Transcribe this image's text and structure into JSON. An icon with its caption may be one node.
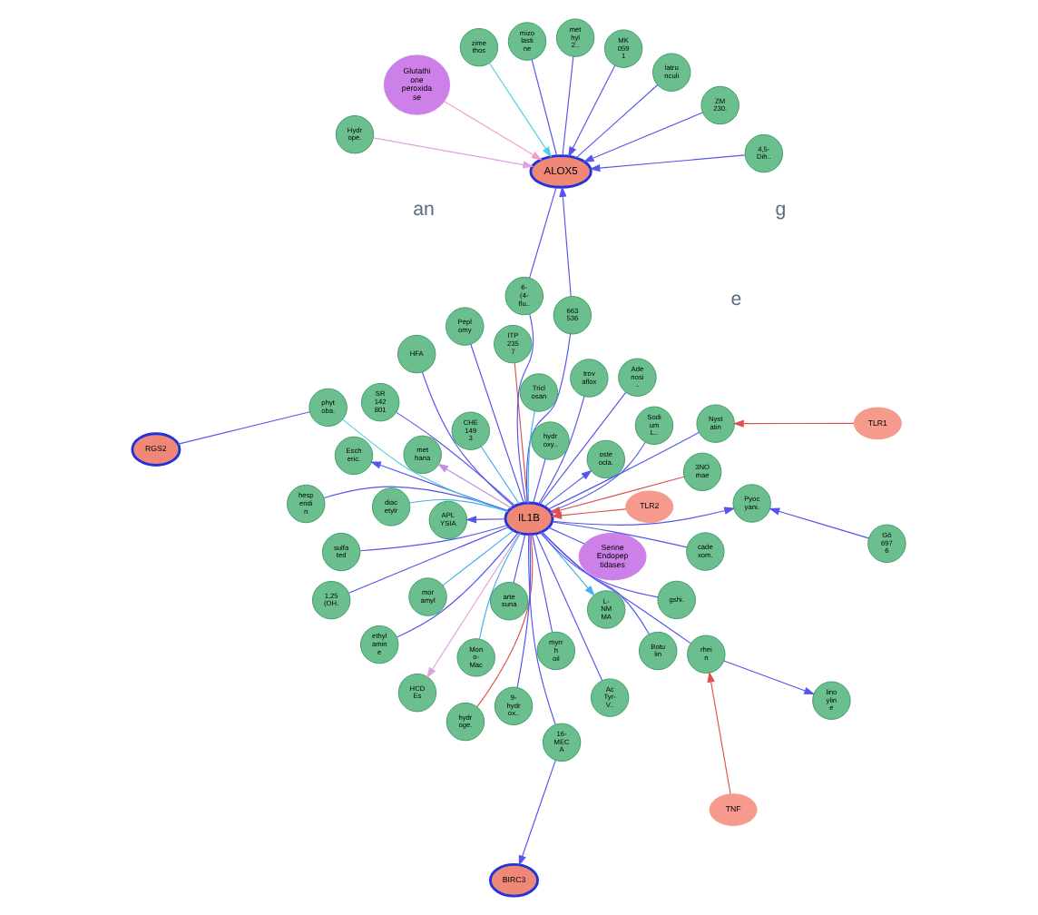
{
  "diagram": {
    "nodes": [
      {
        "text": [
          "IL1B"
        ]
      },
      {
        "text": [
          "ALOX5"
        ]
      },
      {
        "text": [
          "hydr oge."
        ]
      },
      {
        "text": [
          "HFA"
        ]
      },
      {
        "text": [
          "Serine Endopep tidases"
        ]
      },
      {
        "text": [
          "Pyoc yani."
        ]
      },
      {
        "text": [
          "HCD Es"
        ]
      },
      {
        "text": [
          "BIRC3"
        ]
      },
      {
        "text": [
          "16- MEC A"
        ]
      },
      {
        "text": [
          "Ac Tyr- V.."
        ]
      },
      {
        "text": [
          "Mon o- Mac"
        ]
      },
      {
        "text": [
          "hesp eridi n"
        ]
      },
      {
        "text": [
          "cade xom."
        ]
      },
      {
        "text": [
          "Gö 697 6"
        ]
      },
      {
        "text": [
          "ITP 235 7"
        ]
      },
      {
        "text": [
          "myrr h oil"
        ]
      },
      {
        "text": [
          "Botu lin"
        ]
      },
      {
        "text": [
          "SR 142 801"
        ]
      },
      {
        "text": [
          "Esch eric."
        ]
      },
      {
        "text": [
          "met hana"
        ]
      },
      {
        "text": [
          "mor amyl"
        ]
      },
      {
        "text": [
          "ethyl amin e"
        ]
      },
      {
        "text": [
          "trov aflox"
        ]
      },
      {
        "text": [
          "Ade nosi .."
        ]
      },
      {
        "text": [
          "Pepl omy"
        ]
      },
      {
        "text": [
          "9- hydr ox.."
        ]
      },
      {
        "text": [
          "Sodi um L.."
        ]
      },
      {
        "text": [
          "APL YSIA"
        ]
      },
      {
        "text": [
          "TNF"
        ]
      },
      {
        "text": [
          "rhei n"
        ]
      },
      {
        "text": [
          "lino ylin e"
        ]
      },
      {
        "text": [
          "oste ocla."
        ]
      },
      {
        "text": [
          "6- (4- flu.."
        ]
      },
      {
        "text": [
          "CHE 149 3"
        ]
      },
      {
        "text": [
          "663 536"
        ]
      },
      {
        "text": [
          "arte suna"
        ]
      },
      {
        "text": [
          "hydr oxy.."
        ]
      },
      {
        "text": [
          "Tricl osan"
        ]
      },
      {
        "text": [
          "diac etylr"
        ]
      },
      {
        "text": [
          "sulfa ted"
        ]
      },
      {
        "text": [
          "phyt oba."
        ]
      },
      {
        "text": [
          "RGS2"
        ]
      },
      {
        "text": [
          "Nyst atin"
        ]
      },
      {
        "text": [
          "TLR1"
        ]
      },
      {
        "text": [
          "TLR2"
        ]
      },
      {
        "text": [
          "1,25 (OH."
        ]
      },
      {
        "text": [
          "gshi."
        ]
      },
      {
        "text": [
          "L- NM MA"
        ]
      },
      {
        "text": [
          "3NO mae"
        ]
      },
      {
        "text": [
          "ZM 230."
        ]
      },
      {
        "text": [
          "Glutathi one peroxida se"
        ]
      },
      {
        "text": [
          "latru nculi"
        ]
      },
      {
        "text": [
          "met hyl 2.."
        ]
      },
      {
        "text": [
          "mizo lasti ne"
        ]
      },
      {
        "text": [
          "MK 059 1"
        ]
      },
      {
        "text": [
          "4,5- Dih.."
        ]
      },
      {
        "text": [
          "Hydr ope."
        ]
      },
      {
        "text": [
          "zime thos"
        ]
      }
    ],
    "edges": [
      {
        "from": 2,
        "to": 0,
        "arrow": "none",
        "color": "#e05050"
      },
      {
        "from": 3,
        "to": 0,
        "arrow": "none"
      },
      {
        "from": 4,
        "to": 0,
        "arrow": "none"
      },
      {
        "from": 0,
        "to": 5,
        "arrow": "to"
      },
      {
        "from": 0,
        "to": 6,
        "arrow": "to",
        "color": "#e0a0e0"
      },
      {
        "from": 8,
        "to": 7,
        "arrow": "to"
      },
      {
        "from": 8,
        "to": 0,
        "arrow": "none"
      },
      {
        "from": 9,
        "to": 0,
        "arrow": "none"
      },
      {
        "from": 10,
        "to": 0,
        "arrow": "none",
        "color": "#40b0e8"
      },
      {
        "from": 11,
        "to": 0,
        "arrow": "none"
      },
      {
        "from": 12,
        "to": 0,
        "arrow": "none"
      },
      {
        "from": 13,
        "to": 5,
        "arrow": "to"
      },
      {
        "from": 14,
        "to": 0,
        "arrow": "none",
        "color": "#e05050"
      },
      {
        "from": 15,
        "to": 0,
        "arrow": "none"
      },
      {
        "from": 16,
        "to": 0,
        "arrow": "none"
      },
      {
        "from": 17,
        "to": 0,
        "arrow": "none"
      },
      {
        "from": 0,
        "to": 18,
        "arrow": "to"
      },
      {
        "from": 0,
        "to": 19,
        "arrow": "to",
        "color": "#c090e0"
      },
      {
        "from": 20,
        "to": 0,
        "arrow": "none",
        "color": "#40b0e8"
      },
      {
        "from": 21,
        "to": 0,
        "arrow": "none"
      },
      {
        "from": 22,
        "to": 0,
        "arrow": "none"
      },
      {
        "from": 23,
        "to": 0,
        "arrow": "none"
      },
      {
        "from": 24,
        "to": 0,
        "arrow": "none"
      },
      {
        "from": 25,
        "to": 0,
        "arrow": "none"
      },
      {
        "from": 26,
        "to": 0,
        "arrow": "none"
      },
      {
        "from": 0,
        "to": 27,
        "arrow": "to"
      },
      {
        "from": 28,
        "to": 29,
        "arrow": "to",
        "color": "#e05050"
      },
      {
        "from": 29,
        "to": 0,
        "arrow": "none"
      },
      {
        "from": 29,
        "to": 30,
        "arrow": "to"
      },
      {
        "from": 0,
        "to": 31,
        "arrow": "to"
      },
      {
        "from": 32,
        "to": 0,
        "arrow": "none"
      },
      {
        "from": 32,
        "to": 1,
        "arrow": "none"
      },
      {
        "from": 33,
        "to": 0,
        "arrow": "none",
        "color": "#40b0e8"
      },
      {
        "from": 34,
        "to": 0,
        "arrow": "none"
      },
      {
        "from": 34,
        "to": 1,
        "arrow": "to"
      },
      {
        "from": 35,
        "to": 0,
        "arrow": "none"
      },
      {
        "from": 36,
        "to": 0,
        "arrow": "none"
      },
      {
        "from": 37,
        "to": 0,
        "arrow": "none",
        "color": "#40b0e8"
      },
      {
        "from": 38,
        "to": 0,
        "arrow": "none",
        "color": "#40b0e8"
      },
      {
        "from": 39,
        "to": 0,
        "arrow": "none"
      },
      {
        "from": 40,
        "to": 0,
        "arrow": "none",
        "color": "#50d0e0"
      },
      {
        "from": 41,
        "to": 40,
        "arrow": "none"
      },
      {
        "from": 42,
        "to": 0,
        "arrow": "none"
      },
      {
        "from": 43,
        "to": 42,
        "arrow": "to",
        "color": "#e05050"
      },
      {
        "from": 44,
        "to": 0,
        "arrow": "to",
        "color": "#e05050"
      },
      {
        "from": 45,
        "to": 0,
        "arrow": "none"
      },
      {
        "from": 46,
        "to": 0,
        "arrow": "none"
      },
      {
        "from": 0,
        "to": 47,
        "arrow": "to",
        "color": "#40b0e8"
      },
      {
        "from": 48,
        "to": 0,
        "arrow": "to",
        "color": "#e05050"
      },
      {
        "from": 49,
        "to": 1,
        "arrow": "to"
      },
      {
        "from": 50,
        "to": 1,
        "arrow": "to",
        "color": "#f0a0c8"
      },
      {
        "from": 51,
        "to": 1,
        "arrow": "none"
      },
      {
        "from": 52,
        "to": 1,
        "arrow": "none"
      },
      {
        "from": 53,
        "to": 1,
        "arrow": "none"
      },
      {
        "from": 54,
        "to": 1,
        "arrow": "to"
      },
      {
        "from": 55,
        "to": 1,
        "arrow": "to"
      },
      {
        "from": 56,
        "to": 1,
        "arrow": "to",
        "color": "#e0a0e0"
      },
      {
        "from": 57,
        "to": 1,
        "arrow": "to",
        "color": "#50d0e0"
      }
    ],
    "labels": [
      "e",
      "g",
      "an"
    ]
  }
}
